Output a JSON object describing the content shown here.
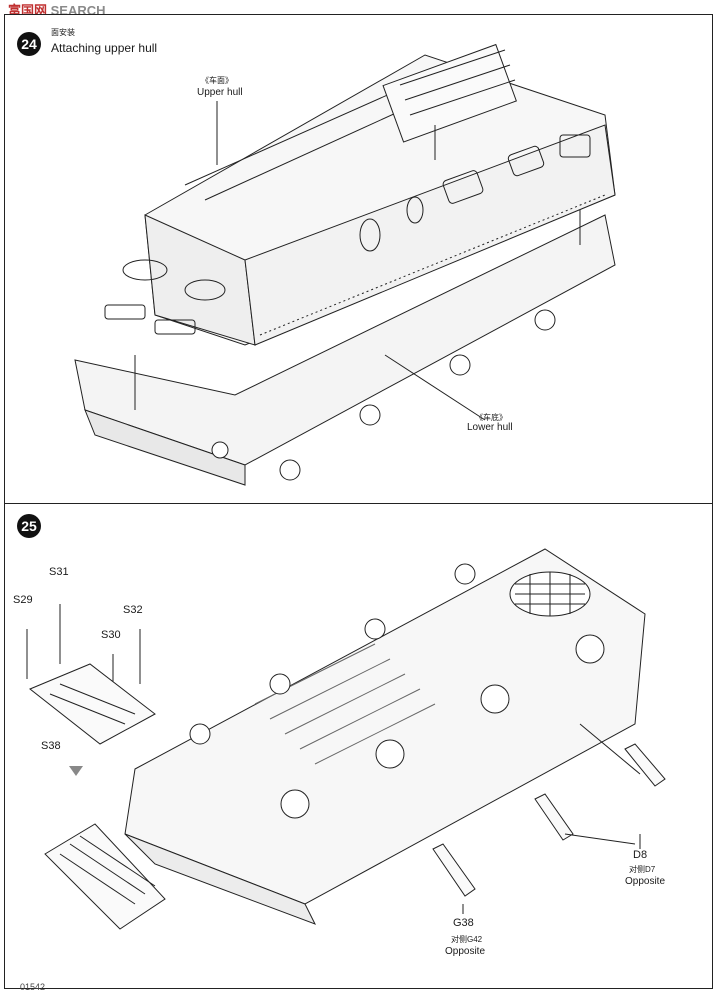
{
  "watermark": {
    "brand": "富国网",
    "search": "SEARCH"
  },
  "step24": {
    "number": "24",
    "title_cn": "面安装",
    "title": "Attaching upper hull",
    "upper_hull_cn": "《车面》",
    "upper_hull": "Upper hull",
    "lower_hull_cn": "《车底》",
    "lower_hull": "Lower hull"
  },
  "step25": {
    "number": "25",
    "parts": {
      "s29": "S29",
      "s31": "S31",
      "s32": "S32",
      "s30": "S30",
      "s38": "S38",
      "d8": "D8",
      "d7_cn": "对侧D7",
      "d7_opp": "Opposite",
      "g38": "G38",
      "g42_cn": "对侧G42",
      "g42_opp": "Opposite"
    }
  },
  "footer": {
    "code": "01542"
  }
}
